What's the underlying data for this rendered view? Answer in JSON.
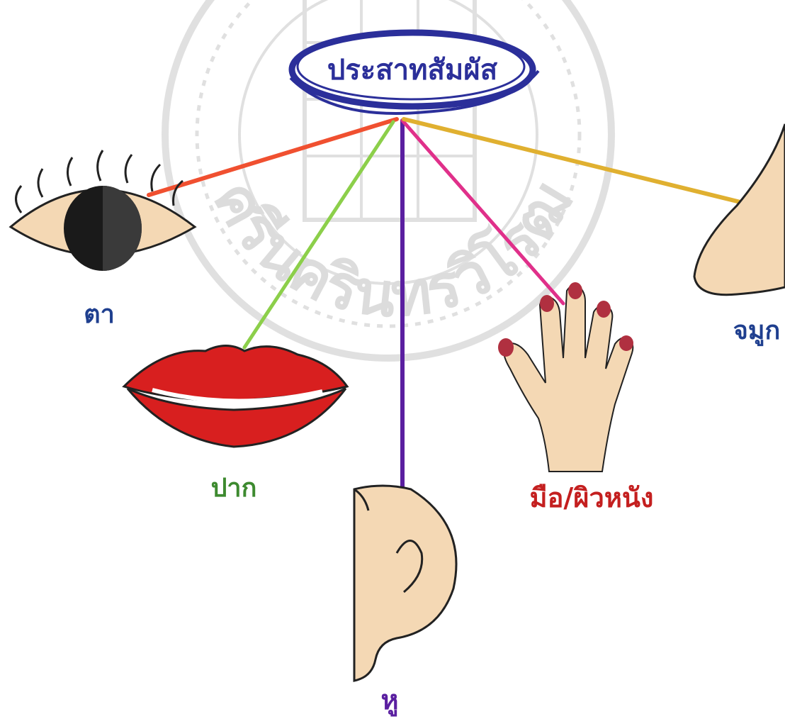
{
  "diagram": {
    "center_label": "ประสาทสัมผัส",
    "watermark_text": "ศรีนครินทรวิโรฒ",
    "senses": [
      {
        "id": "eye",
        "label": "ตา",
        "line_color": "#f05030",
        "label_color": "#1f3f8f",
        "icon": "eye-icon"
      },
      {
        "id": "mouth",
        "label": "ปาก",
        "line_color": "#8ccf4a",
        "label_color": "#3d8a2f",
        "icon": "lips-icon"
      },
      {
        "id": "ear",
        "label": "หู",
        "line_color": "#5a1fa0",
        "label_color": "#5a1fa0",
        "icon": "ear-icon"
      },
      {
        "id": "hand",
        "label": "มือ/ผิวหนัง",
        "line_color": "#e0308a",
        "label_color": "#c41f1f",
        "icon": "hand-icon"
      },
      {
        "id": "nose",
        "label": "จมูก",
        "line_color": "#e0b030",
        "label_color": "#1f3f8f",
        "icon": "nose-icon"
      }
    ],
    "colors": {
      "skin": "#f4d8b4",
      "lips": "#d81f1f",
      "nails": "#b03040",
      "outline": "#222222",
      "oval": "#2b2f9a"
    }
  }
}
